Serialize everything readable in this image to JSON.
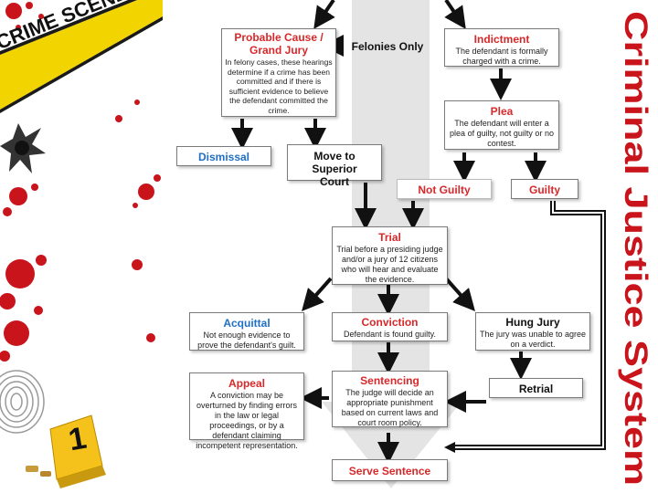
{
  "banner": {
    "tape_text": "CRIME SCENE DO"
  },
  "side_title": "Criminal Justice System",
  "evidence_marker": "1",
  "nodes": {
    "probable_cause": {
      "title": "Probable Cause / Grand Jury",
      "text": "In felony cases, these hearings determine if a crime has been committed and if there is sufficient evidence to believe the defendant committed the crime."
    },
    "felonies_only": "Felonies Only",
    "indictment": {
      "title": "Indictment",
      "text": "The defendant is formally charged with a crime."
    },
    "plea": {
      "title": "Plea",
      "text": "The defendant will enter a plea of guilty, not guilty or no contest."
    },
    "dismissal": "Dismissal",
    "superior_court": "Move to Superior Court",
    "not_guilty": "Not Guilty",
    "guilty": "Guilty",
    "trial": {
      "title": "Trial",
      "text": "Trial before a presiding judge and/or a jury of 12 citizens who will hear and evaluate the evidence."
    },
    "acquittal": {
      "title": "Acquittal",
      "text": "Not enough evidence to prove the defendant's guilt."
    },
    "conviction": {
      "title": "Conviction",
      "text": "Defendant is found guilty."
    },
    "hung_jury": {
      "title": "Hung Jury",
      "text": "The jury was unable to agree on a verdict."
    },
    "appeal": {
      "title": "Appeal",
      "text": "A conviction may be overturned by finding errors in the law or legal proceedings, or by a defendant claiming incompetent representation."
    },
    "sentencing": {
      "title": "Sentencing",
      "text": "The judge will decide an appropriate punishment based on current laws and court room policy."
    },
    "retrial": "Retrial",
    "serve_sentence": "Serve Sentence"
  },
  "colors": {
    "accent_red": "#d8282a",
    "link_blue": "#1f6fc4",
    "tape_yellow": "#f2d400",
    "center_band": "#e6e6e6"
  }
}
